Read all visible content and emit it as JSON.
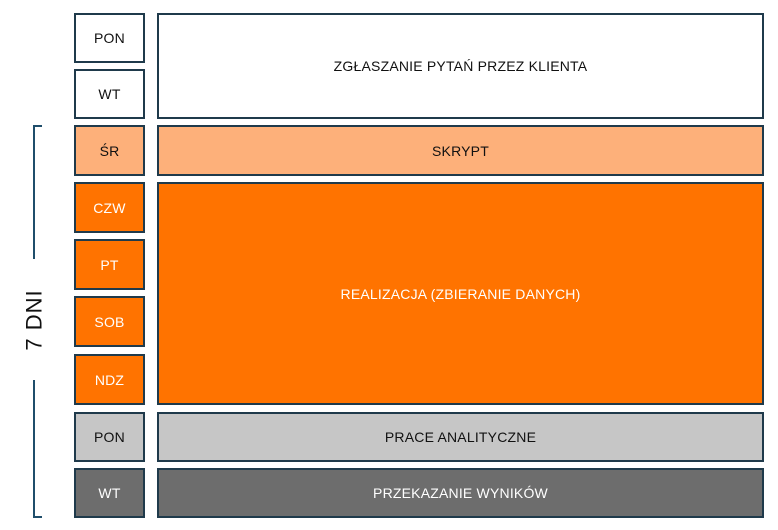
{
  "days": [
    "PON",
    "WT",
    "ŚR",
    "CZW",
    "PT",
    "SOB",
    "NDZ",
    "PON",
    "WT"
  ],
  "phases": {
    "questions": "ZGŁASZANIE PYTAŃ PRZEZ KLIENTA",
    "script": "SKRYPT",
    "fieldwork": "REALIZACJA (ZBIERANIE DANYCH)",
    "analysis": "PRACE ANALITYCZNE",
    "delivery": "PRZEKAZANIE WYNIKÓW"
  },
  "span_label": "7 DNI",
  "colors": {
    "white": "#ffffff",
    "peach": "#fdb07a",
    "orange": "#ff7300",
    "light_gray": "#c6c6c6",
    "dark_gray": "#6d6d6d",
    "border": "#1f3a4b"
  }
}
